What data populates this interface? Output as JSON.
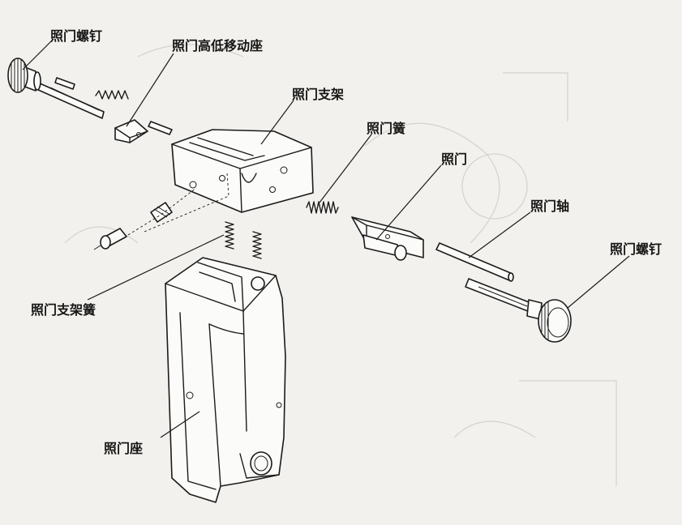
{
  "labels": {
    "sight_screw_left": "照门螺钉",
    "elevation_slide": "照门高低移动座",
    "sight_bracket": "照门支架",
    "sight_spring": "照门簧",
    "sight": "照门",
    "sight_shaft": "照门轴",
    "sight_screw_right": "照门螺钉",
    "bracket_spring": "照门支架簧",
    "sight_base": "照门座"
  }
}
